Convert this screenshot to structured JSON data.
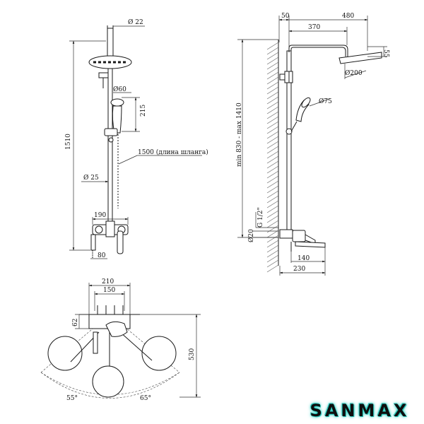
{
  "front_view": {
    "pipe_diameter": "Ø 22",
    "total_height": "1510",
    "hand_shower_diameter": "Ø60",
    "hand_shower_height": "215",
    "hose_length": "1500 (длина шланга)",
    "rail_diameter": "Ø 25",
    "mixer_centers": "190",
    "spout_depth": "80"
  },
  "side_view": {
    "wall_offset": "50",
    "arm_reach": "480",
    "arm_length": "370",
    "head_thickness": "55",
    "head_diameter": "Ø200",
    "hand_shower_diameter": "Ø75",
    "height_range": "min 830 - max 1410",
    "connection": "G 1/2\"",
    "inlet_diameter": "Ø20",
    "spout_reach": "140",
    "mixer_depth": "230"
  },
  "top_view": {
    "outer_width": "210",
    "inlet_centers": "150",
    "body_depth": "62",
    "total_depth": "530",
    "left_angle": "55°",
    "right_angle": "65°"
  },
  "brand": {
    "logo_text": "SANMAX",
    "glow_color": "#2fd0c4"
  }
}
